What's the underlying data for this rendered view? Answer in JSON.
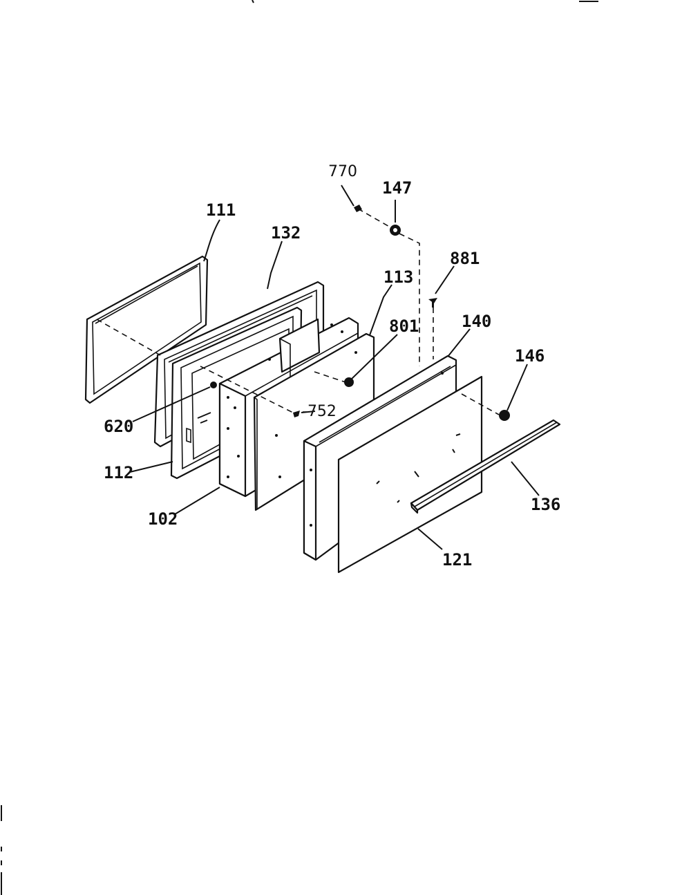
{
  "labels": {
    "p111": "111",
    "p132": "132",
    "p113": "113",
    "p770": "770",
    "p147": "147",
    "p881": "881",
    "p801": "801",
    "p140": "140",
    "p146": "146",
    "p620": "620",
    "p752": "-752",
    "p112": "112",
    "p102": "102",
    "p136": "136",
    "p121": "121"
  }
}
